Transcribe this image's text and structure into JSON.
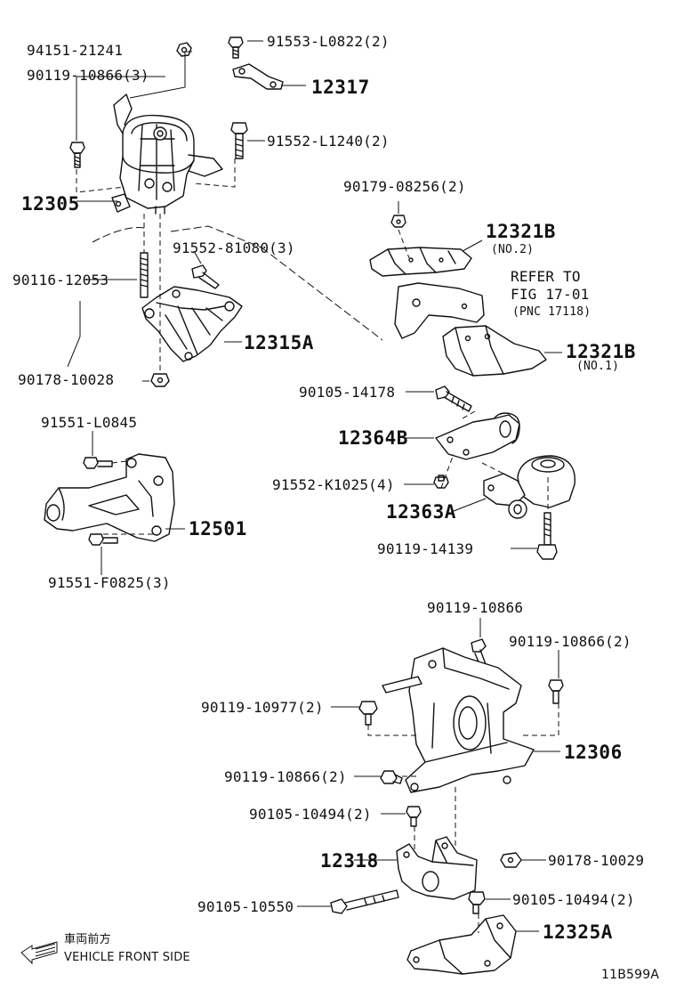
{
  "labels": {
    "p94151_21241": "94151-21241",
    "p90119_10866_3": "90119-10866(3)",
    "p91553_l0822_2": "91553-L0822(2)",
    "p12317": "12317",
    "p91552_l1240_2": "91552-L1240(2)",
    "p12305": "12305",
    "p90179_08256_2": "90179-08256(2)",
    "p12321b_top": "12321B",
    "p12321b_top_sub": "(NO.2)",
    "refer_line1": "REFER TO",
    "refer_line2": "FIG 17-01",
    "refer_line3": "(PNC 17118)",
    "p91552_81080_3": "91552-81080(3)",
    "p90116_12053": "90116-12053",
    "p12315a": "12315A",
    "p12321b_bot": "12321B",
    "p12321b_bot_sub": "(NO.1)",
    "p90178_10028": "90178-10028",
    "p90105_14178": "90105-14178",
    "p12364b": "12364B",
    "p91551_l0845": "91551-L0845",
    "p91552_k1025_4": "91552-K1025(4)",
    "p12363a": "12363A",
    "p12501": "12501",
    "p90119_14139": "90119-14139",
    "p91551_f0825_3": "91551-F0825(3)",
    "p90119_10866_a": "90119-10866",
    "p90119_10866_2a": "90119-10866(2)",
    "p90119_10977_2": "90119-10977(2)",
    "p12306": "12306",
    "p90119_10866_2b": "90119-10866(2)",
    "p90105_10494_2a": "90105-10494(2)",
    "p12318": "12318",
    "p90178_10029": "90178-10029",
    "p90105_10550": "90105-10550",
    "p90105_10494_2b": "90105-10494(2)",
    "p12325a": "12325A"
  },
  "legend": {
    "jp_text": "車両前方",
    "en_text": "VEHICLE FRONT SIDE",
    "icon": "arrow-left-icon"
  },
  "figure_id": "11B599A"
}
